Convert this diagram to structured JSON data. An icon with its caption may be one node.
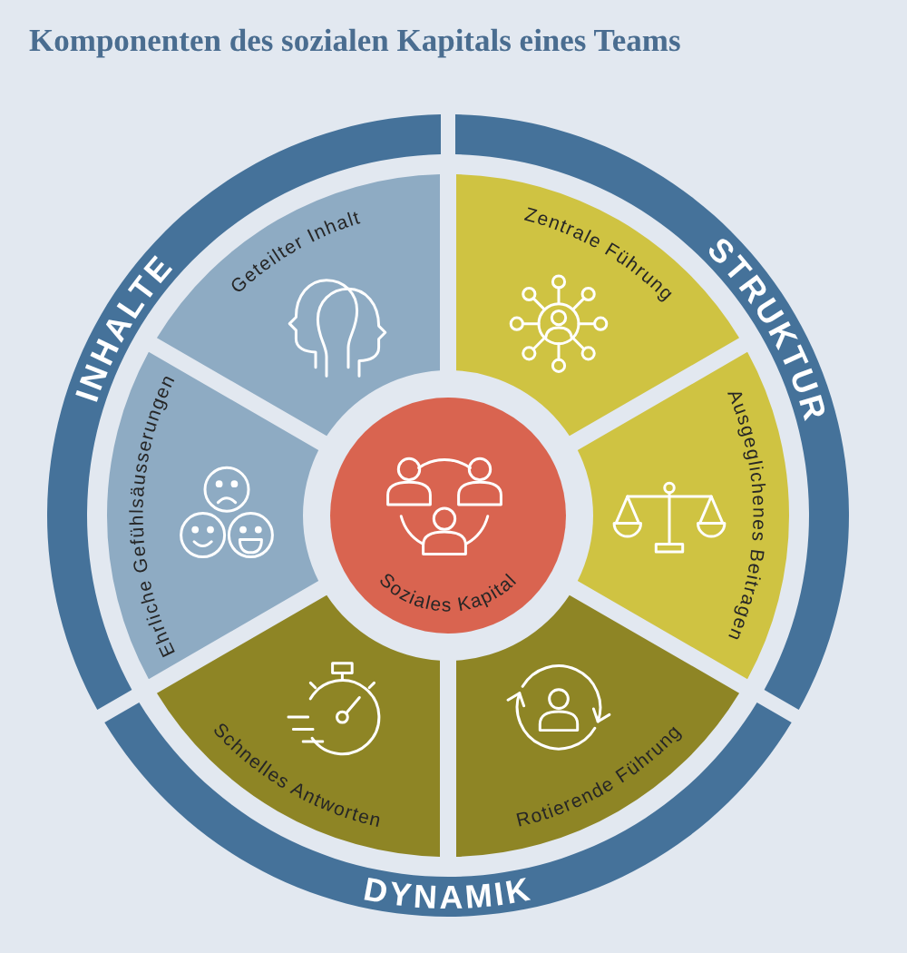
{
  "diagram": {
    "title": "Komponenten des sozialen Kapitals eines Teams",
    "nodes": [
      {
        "text": [
          "INHALTE"
        ]
      },
      {
        "text": [
          "STRUKTUR"
        ]
      },
      {
        "text": [
          "Geteilter Inhalt"
        ]
      },
      {
        "text": [
          "Zentrale Führung"
        ]
      },
      {
        "text": [
          "Ehrliche Gefühlsäusserungen"
        ]
      },
      {
        "text": [
          "Soziales Kapital"
        ]
      },
      {
        "text": [
          "Ausgeglichenes Beitragen"
        ]
      },
      {
        "text": [
          "Schnelles Antworten"
        ]
      },
      {
        "text": [
          "Rotierende Führung"
        ]
      },
      {
        "text": [
          "DYNAMIK"
        ]
      }
    ]
  }
}
